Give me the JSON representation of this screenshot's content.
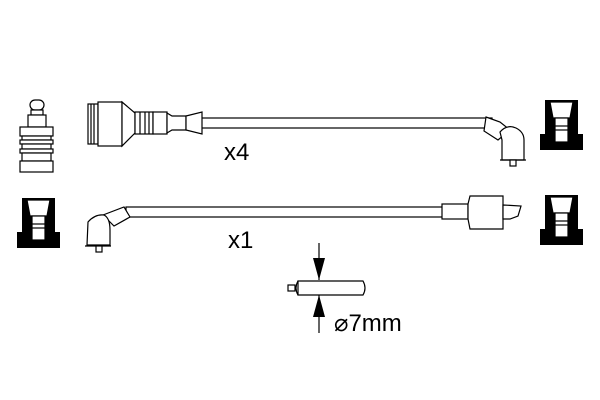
{
  "diagram": {
    "labels": {
      "quantity_top": "x4",
      "quantity_bottom": "x1",
      "diameter": "⌀7mm"
    },
    "colors": {
      "line": "#000000",
      "background": "#ffffff"
    }
  }
}
